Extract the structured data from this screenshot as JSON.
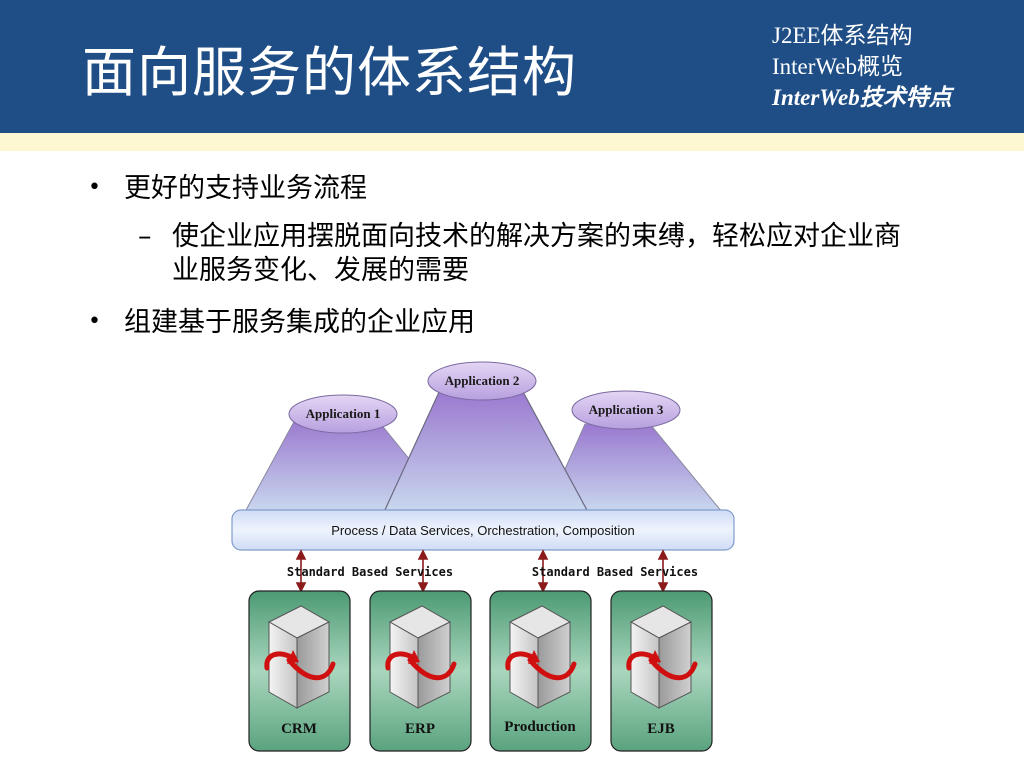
{
  "header": {
    "title": "面向服务的体系结构",
    "nav": [
      "J2EE体系结构",
      "InterWeb概览",
      "InterWeb技术特点"
    ]
  },
  "bullets": {
    "item1": "更好的支持业务流程",
    "item1_sub": "使企业应用摆脱面向技术的解决方案的束缚，轻松应对企业商业服务变化、发展的需要",
    "item2": "组建基于服务集成的企业应用",
    "sub_marker": "–",
    "bullet_marker": "•"
  },
  "diagram": {
    "apps": [
      "Application 1",
      "Application 2",
      "Application 3"
    ],
    "bus": "Process / Data Services, Orchestration, Composition",
    "services_left": "Standard Based Services",
    "services_right": "Standard Based Services",
    "systems": [
      "CRM",
      "ERP",
      "Production",
      "EJB"
    ]
  },
  "colors": {
    "header_bg": "#1f4e86",
    "band": "#fdf7d2",
    "bus_fill": "#dde8fb",
    "system_fill": "#7fb89a",
    "arrow": "#8b1a1a"
  }
}
